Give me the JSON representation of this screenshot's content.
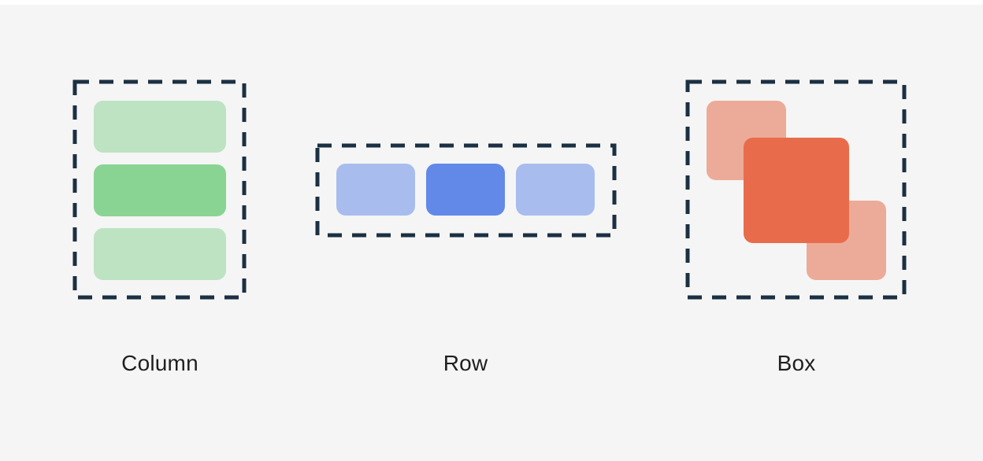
{
  "diagram": {
    "column": {
      "label": "Column",
      "colors": [
        "#bde3c3",
        "#8ad493",
        "#bde3c3"
      ]
    },
    "row": {
      "label": "Row",
      "colors": [
        "#a8bcee",
        "#6288e8",
        "#a8bcee"
      ]
    },
    "box": {
      "label": "Box",
      "colors": [
        "#ecab98",
        "#e86c4b",
        "#ecab98"
      ]
    },
    "frame_color": "#1b3042"
  }
}
